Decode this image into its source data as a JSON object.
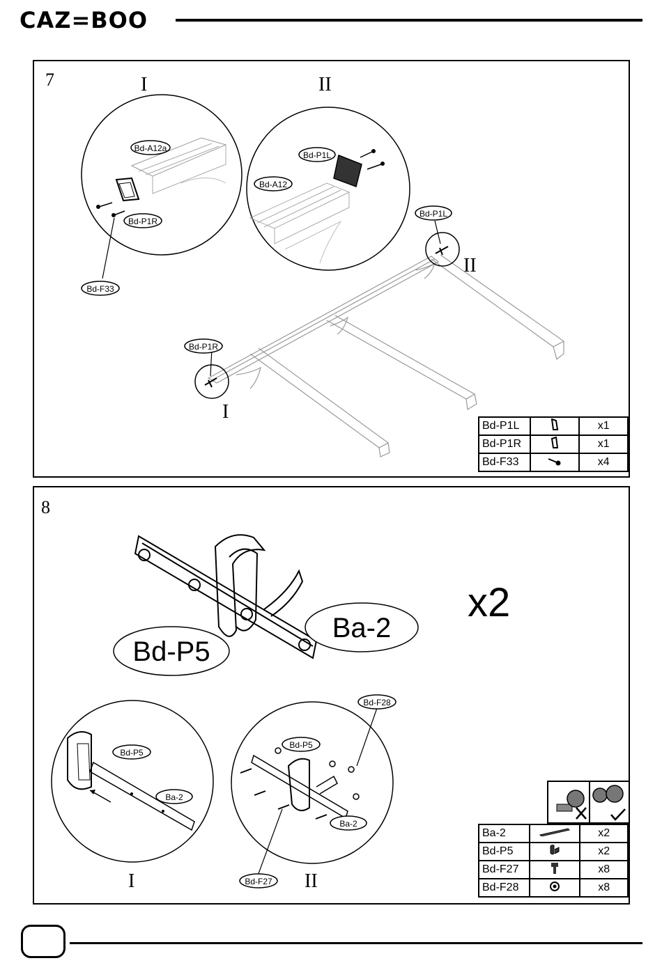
{
  "brand": {
    "logo": "CAZ=BOO"
  },
  "step7": {
    "number": "7",
    "detail_I": "I",
    "detail_II": "II",
    "callouts": {
      "a12a": "Bd-A12a",
      "p1r": "Bd-P1R",
      "f33": "Bd-F33",
      "p1l": "Bd-P1L",
      "a12": "Bd-A12"
    },
    "parts": [
      {
        "code": "Bd-P1L",
        "icon": "bracket-left-icon",
        "qty": "x1"
      },
      {
        "code": "Bd-P1R",
        "icon": "bracket-right-icon",
        "qty": "x1"
      },
      {
        "code": "Bd-F33",
        "icon": "screw-icon",
        "qty": "x4"
      }
    ]
  },
  "step8": {
    "number": "8",
    "multiplier": "x2",
    "detail_I": "I",
    "detail_II": "II",
    "callouts": {
      "ba2": "Ba-2",
      "p5": "Bd-P5",
      "f27": "Bd-F27",
      "f28": "Bd-F28"
    },
    "parts": [
      {
        "code": "Ba-2",
        "icon": "bar-icon",
        "qty": "x2"
      },
      {
        "code": "Bd-P5",
        "icon": "clamp-icon",
        "qty": "x2"
      },
      {
        "code": "Bd-F27",
        "icon": "bolt-icon",
        "qty": "x8"
      },
      {
        "code": "Bd-F28",
        "icon": "nut-icon",
        "qty": "x8"
      }
    ]
  }
}
